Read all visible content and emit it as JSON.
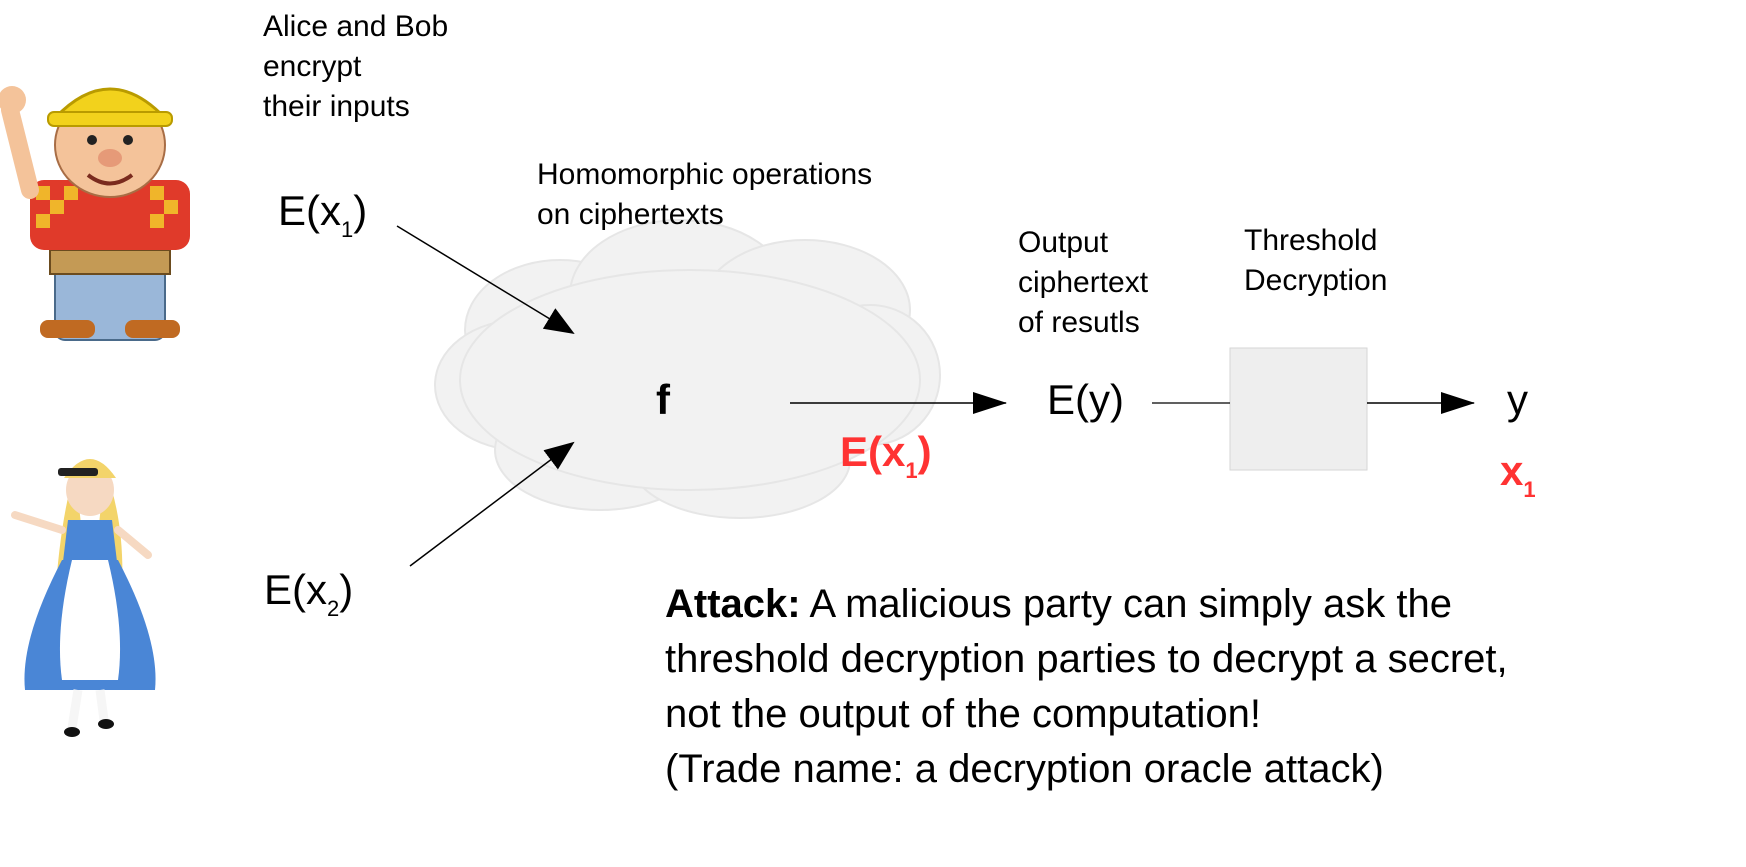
{
  "labels": {
    "encrypt": [
      "Alice and Bob",
      "encrypt",
      "their inputs"
    ],
    "homomorphic": [
      "Homomorphic operations",
      "on ciphertexts"
    ],
    "output": [
      "Output",
      "ciphertext",
      "of resutls"
    ],
    "threshold": [
      "Threshold",
      "Decryption"
    ]
  },
  "math": {
    "e_open": "E(x",
    "x1_sub": "1",
    "x2_sub": "2",
    "close": ")",
    "f": "f",
    "ey": "E(y)",
    "y": "y",
    "x": "x"
  },
  "attack": {
    "bold": "Attack:",
    "line1": " A malicious party can simply ask the",
    "line2": "threshold decryption parties to decrypt a secret,",
    "line3": "not the output of the computation!",
    "line4": "(Trade name: a decryption oracle attack)"
  },
  "colors": {
    "highlight": "#ff3333",
    "cloud": "#f2f2f2",
    "box": "#eeeeee"
  },
  "icons": {
    "bob": "bob-the-builder-illustration",
    "alice": "alice-illustration"
  }
}
